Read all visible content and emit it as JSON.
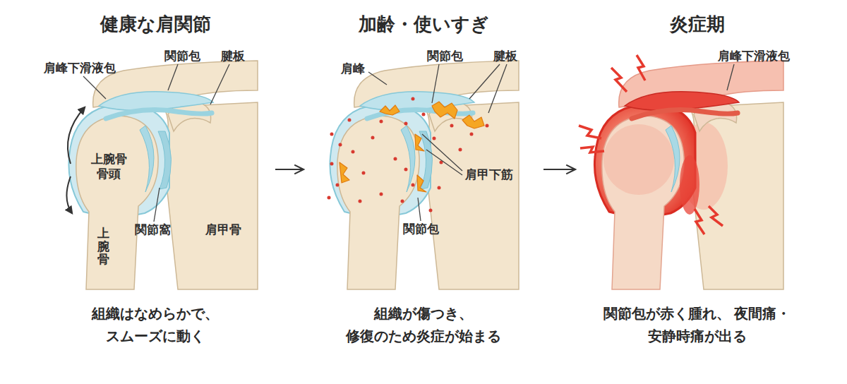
{
  "diagram": {
    "nodes": [
      {
        "text": [
          "健康な肩関節",
          "組織はなめらかで、 スムーズに動く"
        ]
      },
      {
        "text": [
          "加齢・使いすぎ",
          "組織が傷つき、 修復のため炎症が始まる"
        ]
      },
      {
        "text": [
          "炎症期",
          "関節包が赤く腫れ、 夜間痛・安静時痛が出る"
        ]
      }
    ],
    "edges": [
      {
        "from": 0,
        "to": 1,
        "arrow": "to"
      },
      {
        "from": 1,
        "to": 2,
        "arrow": "to"
      }
    ],
    "labels": [
      "肩峰下滑液包",
      "関節包",
      "腱板",
      "上腕骨 骨頭",
      "関節窩",
      "上腕骨",
      "肩甲骨",
      "肩峰",
      "関節包",
      "腱板",
      "肩甲下筋",
      "関節包",
      "肩峰下滑液包"
    ]
  }
}
